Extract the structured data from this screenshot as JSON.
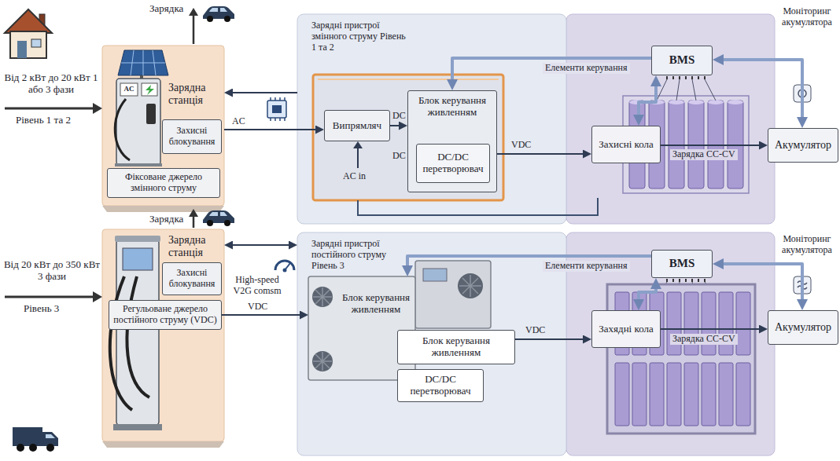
{
  "diagram": {
    "nodes": [
      {
        "text": [
          "Зарядна станція"
        ]
      },
      {
        "text": [
          "Захисні блокування"
        ],
        "in": 0
      },
      {
        "text": [
          "Фіксоване джерело змінного струму"
        ],
        "in": 0
      },
      {
        "text": [
          "Зарядні пристрої змінного струму Рівень 1 та 2"
        ]
      },
      {
        "text": [
          "Випрямляч"
        ],
        "in": 3
      },
      {
        "text": [
          "Блок керування живленням"
        ],
        "in": 3
      },
      {
        "text": [
          "DC/DC перетворювач"
        ],
        "in": 5
      },
      {
        "text": [
          "BMS"
        ]
      },
      {
        "text": [
          "Захисні кола"
        ]
      },
      {
        "text": [
          "Акумулятор"
        ]
      },
      {
        "text": [
          "Зарядна станція"
        ]
      },
      {
        "text": [
          "Захисні блокування"
        ],
        "in": 10
      },
      {
        "text": [
          "Регульоване джерело постійного струму (VDC)"
        ],
        "in": 10
      },
      {
        "text": [
          "Зарядні пристрої постійного струму Рівень 3"
        ]
      },
      {
        "text": [
          "Блок керування живленням"
        ],
        "in": 13
      },
      {
        "text": [
          "Блок керування живленням"
        ],
        "in": 13
      },
      {
        "text": [
          "DC/DC перетворювач"
        ],
        "in": 13
      },
      {
        "text": [
          "BMS"
        ]
      },
      {
        "text": [
          "Захядні кола"
        ]
      },
      {
        "text": [
          "Акумулятор"
        ]
      }
    ],
    "edges": [
      {
        "from": 3,
        "to": 0,
        "arrow": "to"
      },
      {
        "from": 0,
        "to": 4,
        "label": "AC",
        "arrow": "to"
      },
      {
        "from": 4,
        "to": 5,
        "label": "DC",
        "arrow": "to"
      },
      {
        "from": 5,
        "to": 8,
        "label": "VDC",
        "arrow": "to"
      },
      {
        "from": 7,
        "to": 5,
        "label": "Елементи керування",
        "arrow": "to"
      },
      {
        "from": 7,
        "to": 8,
        "arrow": "both"
      },
      {
        "from": 8,
        "to": 9,
        "label": "Зарядка CC-CV",
        "arrow": "to"
      },
      {
        "from": 7,
        "to": 9,
        "label": "Моніторинг акумулятора",
        "arrow": "both"
      },
      {
        "from": 10,
        "to": 13,
        "arrow": "both"
      },
      {
        "from": 12,
        "to": 14,
        "label": "VDC",
        "arrow": "to"
      },
      {
        "from": 15,
        "to": 18,
        "label": "VDC",
        "arrow": "to"
      },
      {
        "from": 17,
        "to": 14,
        "label": "Елементи керування",
        "arrow": "to"
      },
      {
        "from": 17,
        "to": 18,
        "arrow": "both"
      },
      {
        "from": 18,
        "to": 19,
        "label": "Зарядка CC-CV",
        "arrow": "to"
      },
      {
        "from": 17,
        "to": 19,
        "label": "Моніторинг акумулятора",
        "arrow": "both"
      }
    ],
    "labels": [
      "Зарядка",
      "Від 2 кВт до 20 кВт 1 або 3 фази",
      "Рівень 1 та 2",
      "AC in",
      "DC",
      "Зарядка",
      "Від 20 кВт до 350 кВт 3 фази",
      "Рівень 3",
      "High-speed V2G comsm",
      "AC"
    ]
  }
}
